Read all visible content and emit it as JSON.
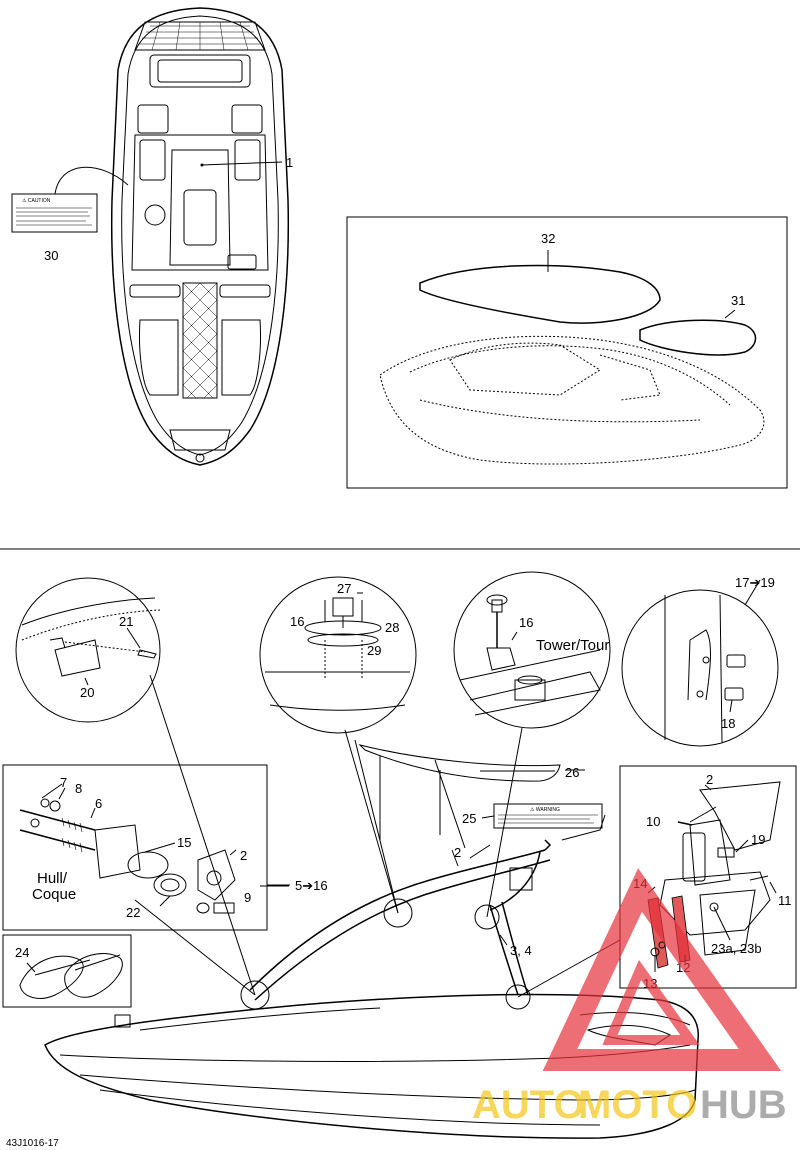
{
  "figure_code": "43J1016-17",
  "callouts": {
    "c1": "1",
    "c30": "30",
    "c32": "32",
    "c31": "31",
    "c21": "21",
    "c20": "20",
    "c27": "27",
    "c16a": "16",
    "c28": "28",
    "c29": "29",
    "c16b": "16",
    "tower": "Tower/Tour",
    "c17_19": "17➔19",
    "c18": "18",
    "c26": "26",
    "c25": "25",
    "c2a": "2",
    "c3_4": "3, 4",
    "c7": "7",
    "c8": "8",
    "c6": "6",
    "c15": "15",
    "c2b": "2",
    "hull": "Hull/",
    "coque": "Coque",
    "c5_16": "5➔16",
    "c22": "22",
    "c9": "9",
    "c24": "24",
    "c2c": "2",
    "c10": "10",
    "c19": "19",
    "c14": "14",
    "c11": "11",
    "c12": "12",
    "c13": "13",
    "c23": "23a, 23b"
  },
  "caution_label_title": "⚠ CAUTION",
  "warning_label_title": "⚠ WARNING",
  "watermark": {
    "text_auto": "AUTO",
    "text_moto": "MOTO",
    "text_hub": "HUB",
    "color_yellow": "#f5c518",
    "color_red": "#e8323c",
    "color_gray": "#8a8a8a"
  }
}
